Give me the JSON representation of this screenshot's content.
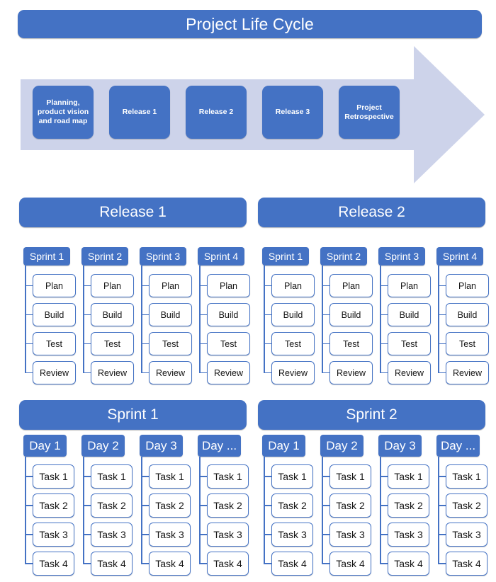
{
  "title": {
    "text": "Project Life Cycle"
  },
  "colors": {
    "accent_blue": "#4472C4",
    "arrow_fill": "#CDD3EA",
    "box_text_light": "#FFFFFF",
    "box_text_dark": "#141414",
    "page_background": "#FFFFFF"
  },
  "lifecycle": {
    "arrow_name": "lifecycle-arrow",
    "phases": [
      {
        "label": "Planning, product vision and road map"
      },
      {
        "label": "Release 1"
      },
      {
        "label": "Release 2"
      },
      {
        "label": "Release 3"
      },
      {
        "label": "Project Retrospective"
      }
    ]
  },
  "release_sections": [
    {
      "header": "Release 1",
      "sprints": [
        {
          "header": "Sprint 1",
          "items": [
            "Plan",
            "Build",
            "Test",
            "Review"
          ]
        },
        {
          "header": "Sprint 2",
          "items": [
            "Plan",
            "Build",
            "Test",
            "Review"
          ]
        },
        {
          "header": "Sprint 3",
          "items": [
            "Plan",
            "Build",
            "Test",
            "Review"
          ]
        },
        {
          "header": "Sprint 4",
          "items": [
            "Plan",
            "Build",
            "Test",
            "Review"
          ]
        }
      ]
    },
    {
      "header": "Release 2",
      "sprints": [
        {
          "header": "Sprint 1",
          "items": [
            "Plan",
            "Build",
            "Test",
            "Review"
          ]
        },
        {
          "header": "Sprint 2",
          "items": [
            "Plan",
            "Build",
            "Test",
            "Review"
          ]
        },
        {
          "header": "Sprint 3",
          "items": [
            "Plan",
            "Build",
            "Test",
            "Review"
          ]
        },
        {
          "header": "Sprint 4",
          "items": [
            "Plan",
            "Build",
            "Test",
            "Review"
          ]
        }
      ]
    }
  ],
  "sprint_sections": [
    {
      "header": "Sprint 1",
      "days": [
        {
          "header": "Day 1",
          "items": [
            "Task 1",
            "Task 2",
            "Task 3",
            "Task 4"
          ]
        },
        {
          "header": "Day 2",
          "items": [
            "Task 1",
            "Task 2",
            "Task 3",
            "Task 4"
          ]
        },
        {
          "header": "Day 3",
          "items": [
            "Task 1",
            "Task 2",
            "Task 3",
            "Task 4"
          ]
        },
        {
          "header": "Day ...",
          "items": [
            "Task 1",
            "Task 2",
            "Task 3",
            "Task 4"
          ]
        }
      ]
    },
    {
      "header": "Sprint 2",
      "days": [
        {
          "header": "Day 1",
          "items": [
            "Task 1",
            "Task 2",
            "Task 3",
            "Task 4"
          ]
        },
        {
          "header": "Day 2",
          "items": [
            "Task 1",
            "Task 2",
            "Task 3",
            "Task 4"
          ]
        },
        {
          "header": "Day 3",
          "items": [
            "Task 1",
            "Task 2",
            "Task 3",
            "Task 4"
          ]
        },
        {
          "header": "Day ...",
          "items": [
            "Task 1",
            "Task 2",
            "Task 3",
            "Task 4"
          ]
        }
      ]
    }
  ]
}
